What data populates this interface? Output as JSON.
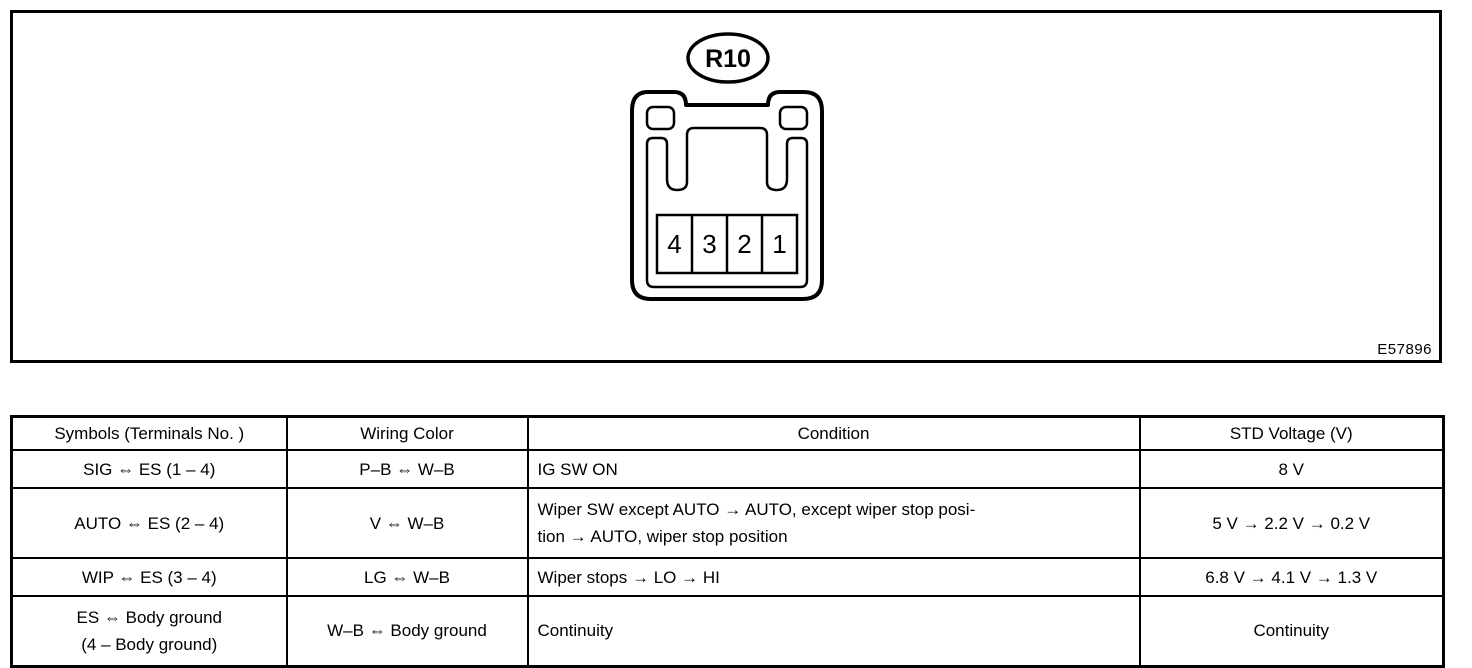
{
  "figure": {
    "connector_label": "R10",
    "figure_code": "E57896",
    "pins": [
      "4",
      "3",
      "2",
      "1"
    ]
  },
  "table": {
    "headers": [
      "Symbols (Terminals No. )",
      "Wiring Color",
      "Condition",
      "STD Voltage (V)"
    ],
    "rows": [
      {
        "symbols": "SIG ⇔ ES (1 – 4)",
        "wiring_color": "P–B ⇔ W–B",
        "condition": "IG SW ON",
        "std_voltage": "8 V"
      },
      {
        "symbols": "AUTO ⇔ ES (2 – 4)",
        "wiring_color": "V ⇔ W–B",
        "condition": "Wiper SW except AUTO → AUTO, except wiper stop posi-\ntion → AUTO, wiper stop position",
        "std_voltage": "5 V → 2.2 V → 0.2 V"
      },
      {
        "symbols": "WIP ⇔ ES (3 – 4)",
        "wiring_color": "LG ⇔ W–B",
        "condition": "Wiper stops → LO → HI",
        "std_voltage": "6.8 V → 4.1 V → 1.3 V"
      },
      {
        "symbols": "ES ⇔ Body ground\n(4 – Body ground)",
        "wiring_color": "W–B ⇔ Body ground",
        "condition": "Continuity",
        "std_voltage": "Continuity"
      }
    ]
  },
  "colors": {
    "line": "#000000",
    "background": "#ffffff"
  }
}
